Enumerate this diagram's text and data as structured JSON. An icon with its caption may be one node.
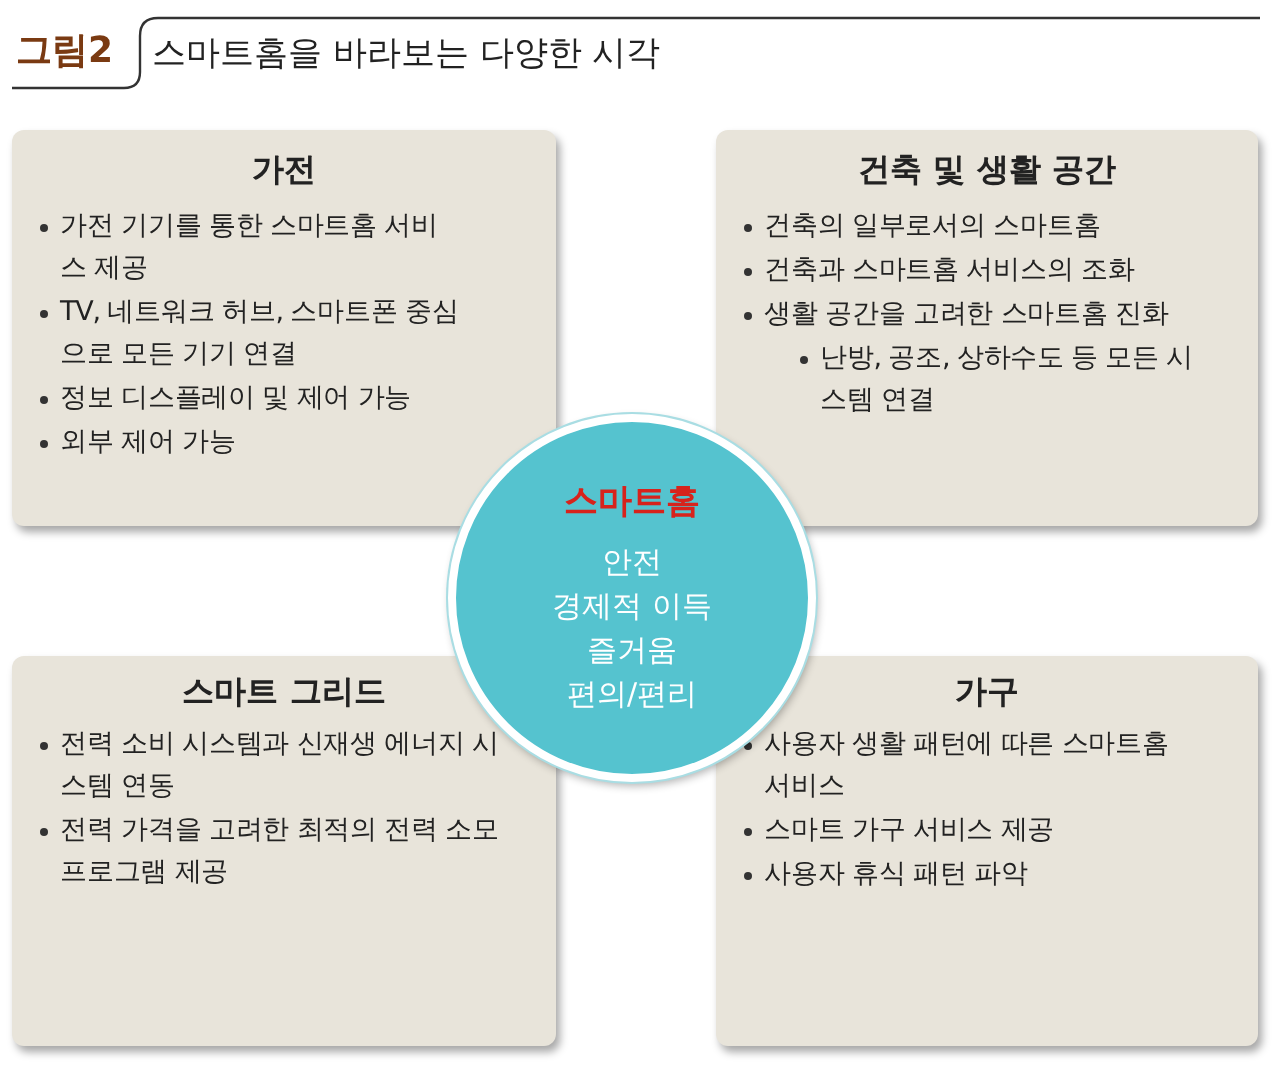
{
  "diagram": {
    "title": "스마트홈을 바라보는 다양한 시각",
    "nodes": [
      {
        "text": [
          "가전",
          "가전 기기를 통한 스마트홈 서비스 제공",
          "TV, 네트워크 허브, 스마트폰 중심으로 모든 기기 연결",
          "정보 디스플레이 및 제어 가능",
          "외부 제어 가능"
        ]
      },
      {
        "text": [
          "건축 및 생활 공간",
          "건축의 일부로서의 스마트홈",
          "건축과 스마트홈 서비스의 조화",
          "생활 공간을 고려한 스마트홈 진화",
          "난방, 공조, 상하수도 등 모든 시스템 연결"
        ]
      },
      {
        "text": [
          "스마트 그리드",
          "전력 소비 시스템과 신재생 에너지 시스템 연동",
          "전력 가격을 고려한 최적의 전력 소모 프로그램 제공"
        ]
      },
      {
        "text": [
          "가구",
          "사용자 생활 패턴에 따른 스마트홈 서비스",
          "스마트 가구 서비스 제공",
          "사용자 휴식 패턴 파악"
        ]
      },
      {
        "text": [
          "스마트홈",
          "안전",
          "경제적 이득",
          "즐거움",
          "편의/편리"
        ]
      }
    ],
    "labels": [
      "그림2"
    ]
  }
}
